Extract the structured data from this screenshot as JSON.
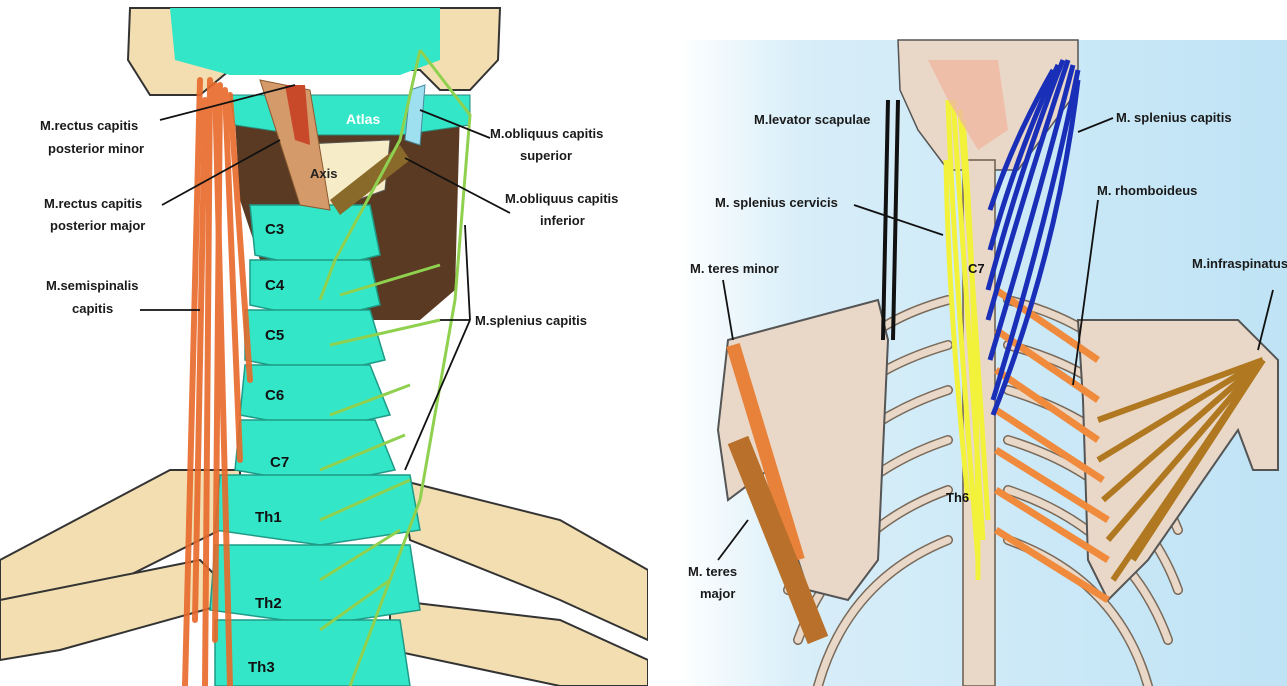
{
  "left_figure": {
    "vertebra_labels": {
      "atlas": "Atlas",
      "axis": "Axis",
      "c3": "C3",
      "c4": "C4",
      "c5": "C5",
      "c6": "C6",
      "c7": "C7",
      "th1": "Th1",
      "th2": "Th2",
      "th3": "Th3"
    },
    "muscle_labels": {
      "rectus_minor_l1": "M.rectus capitis",
      "rectus_minor_l2": "posterior minor",
      "rectus_major_l1": "M.rectus capitis",
      "rectus_major_l2": "posterior major",
      "semispinalis_l1": "M.semispinalis",
      "semispinalis_l2": "capitis",
      "obliquus_sup_l1": "M.obliquus capitis",
      "obliquus_sup_l2": "superior",
      "obliquus_inf_l1": "M.obliquus capitis",
      "obliquus_inf_l2": "inferior",
      "splenius": "M.splenius capitis"
    },
    "colors": {
      "vertebra": "#33e6c8",
      "bone": "#f2deb0",
      "shadow": "#5a3a22",
      "muscle_orange": "#e8692a",
      "splenius_green": "#8fd14f",
      "obliquus_blue": "#9fe0f0"
    }
  },
  "right_figure": {
    "muscle_labels": {
      "levator": "M.levator scapulae",
      "splenius_capitis": "M. splenius capitis",
      "splenius_cervicis": "M. splenius cervicis",
      "rhomboideus": "M. rhomboideus",
      "teres_minor": "M. teres minor",
      "infraspinatus": "M.infraspinatus",
      "teres_major_l1": "M. teres",
      "teres_major_l2": "major"
    },
    "vertebra_labels": {
      "c7": "C7",
      "th6": "Th6"
    },
    "colors": {
      "background": "#bfe3f5",
      "bone": "#e9d8c8",
      "splenius_capitis": "#1a2fb8",
      "splenius_cervicis": "#f2f23a",
      "rhomboideus": "#f08a3c",
      "infraspinatus": "#b07820",
      "teres_major": "#c77a30",
      "levator": "#111111"
    }
  }
}
